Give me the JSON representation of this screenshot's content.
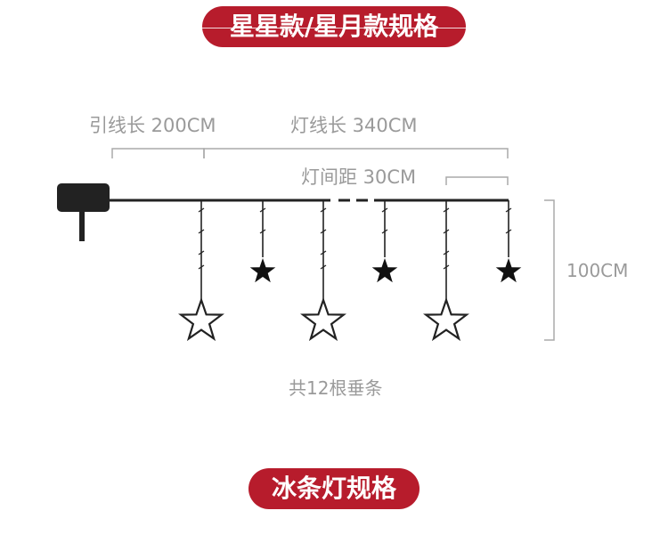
{
  "header": {
    "title": "星星款/星月款规格",
    "accent_color": "#b71c2c"
  },
  "dimensions": {
    "lead_wire": "引线长 200CM",
    "light_wire": "灯线长 340CM",
    "spacing": "灯间距 30CM",
    "drop_height": "100CM"
  },
  "strands_note": "共12根垂条",
  "footer": {
    "title": "冰条灯规格"
  },
  "icons": {
    "plug": "plug-icon",
    "star_outline": "star-outline-icon",
    "star_filled": "star-filled-icon"
  }
}
